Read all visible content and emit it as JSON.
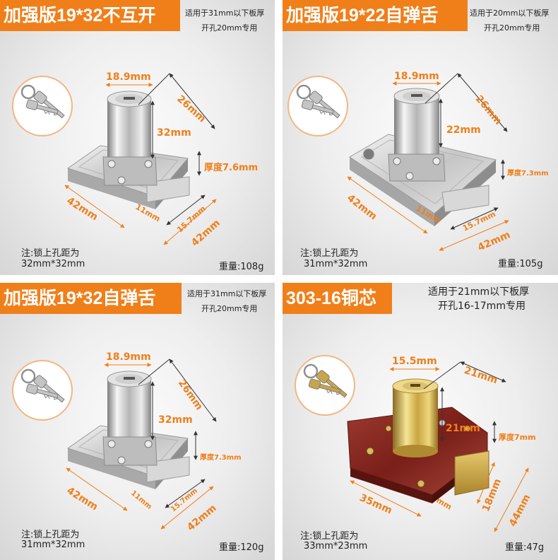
{
  "colors": {
    "accent": "#f07f1a",
    "ink": "#222222",
    "silver": "#c8c8c8",
    "brass": "#c9a54a",
    "plate_red": "#8a2a22"
  },
  "panels": [
    {
      "title": "加强版19*32不互开",
      "spec_line1": "适用于31mm以下板厚",
      "spec_line2": "开孔20mm专用",
      "dims": {
        "cylinder_diameter": "18.9mm",
        "depth": "26mm",
        "cylinder_height": "32mm",
        "thickness": "厚度7.6mm",
        "plate_width": "42mm",
        "bolt": "11mm",
        "offset": "15.7mm",
        "plate_height": "42mm"
      },
      "hole_note": "注:锁上孔距为",
      "hole_spacing": "32mm*32mm",
      "weight": "重量:108g"
    },
    {
      "title": "加强版19*22自弹舌",
      "spec_line1": "适用于20mm以下板厚",
      "spec_line2": "开孔20mm专用",
      "dims": {
        "cylinder_diameter": "18.9mm",
        "depth": "26mm",
        "cylinder_height": "22mm",
        "thickness": "厚度7.3mm",
        "plate_width": "42mm",
        "bolt": "11mm",
        "offset": "15.7mm",
        "plate_height": "42mm"
      },
      "hole_note": "注:锁上孔距为",
      "hole_spacing": "31mm*32mm",
      "weight": "重量:105g"
    },
    {
      "title": "加强版19*32自弹舌",
      "spec_line1": "适用于31mm以下板厚",
      "spec_line2": "开孔20mm专用",
      "dims": {
        "cylinder_diameter": "18.9mm",
        "depth": "26mm",
        "cylinder_height": "32mm",
        "thickness": "厚度7.3mm",
        "plate_width": "42mm",
        "bolt": "11mm",
        "offset": "15.7mm",
        "plate_height": "42mm"
      },
      "hole_note": "注:锁上孔距为",
      "hole_spacing": "31mm*32mm",
      "weight": "重量:120g"
    },
    {
      "title": "303-16铜芯",
      "spec_line1": "适用于21mm以下板厚",
      "spec_line2": "开孔16-17mm专用",
      "dims": {
        "cylinder_diameter": "15.5mm",
        "depth": "21mm",
        "cylinder_height": "21mm",
        "thickness": "厚度7mm",
        "plate_width": "35mm",
        "bolt_partial": "mm",
        "bolt_height": "18mm",
        "plate_height": "44mm"
      },
      "hole_note": "注:锁上孔距为",
      "hole_spacing": "33mm*23mm",
      "weight": "重量:47g"
    }
  ]
}
